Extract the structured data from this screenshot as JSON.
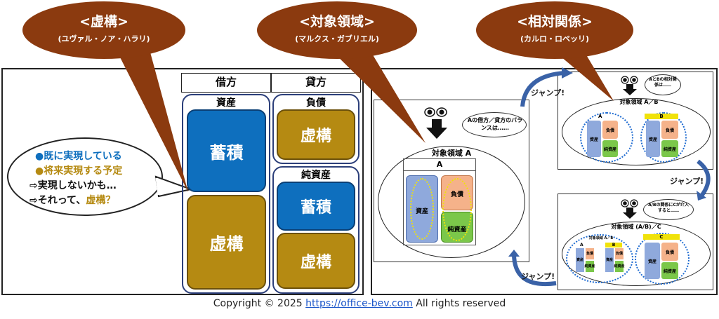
{
  "bubbles": [
    {
      "title": "<虚構>",
      "subtitle": "(ユヴァル・ノア・ハラリ)"
    },
    {
      "title": "<対象領域>",
      "subtitle": "(マルクス・ガブリエル)"
    },
    {
      "title": "<相対関係>",
      "subtitle": "(カルロ・ロベッリ)"
    }
  ],
  "balance": {
    "debit": "借方",
    "credit": "貸方",
    "assets": "資産",
    "liabilities": "負債",
    "net_assets": "純資産",
    "accumulation": "蓄積",
    "fiction": "虚構"
  },
  "speech_lines": [
    {
      "bullet": "●",
      "text": "既に実現している",
      "color": "#0e6fbe"
    },
    {
      "bullet": "●",
      "text": "将来実現する予定",
      "color": "#b58a12"
    },
    {
      "bullet": "⇨",
      "text": "実現しないかも…",
      "color": "#111111"
    },
    {
      "bullet": "⇨",
      "text": "それって、",
      "extra": "虚構？",
      "color": "#111111",
      "extra_color": "#b58a12"
    }
  ],
  "domain_a": {
    "title": "対象領域 A",
    "box_label": "A",
    "thought": "Aの借方／貸方のバランスは……",
    "assets": "資産",
    "liabilities": "負債",
    "net_assets": "純資産"
  },
  "domain_ab": {
    "title": "対象領域 A／B",
    "thought": "AとBの相対関係は……",
    "a_label": "A",
    "b_label": "B",
    "assets": "資産",
    "liabilities": "負債",
    "net_assets": "純資産"
  },
  "domain_abc": {
    "title": "対象領域 (A/B)／C",
    "thought": "A/Bの関係にCが介入すると……",
    "inner_title": "対象領域 A／B",
    "a_label": "A",
    "b_label": "B",
    "c_label": "C",
    "assets": "資産",
    "liabilities": "負債",
    "net_assets": "純資産"
  },
  "jumps": [
    "ジャンプ!",
    "ジャンプ!",
    "ジャンプ!"
  ],
  "footer": {
    "copyright": "Copyright © 2025",
    "link": "https://office-bev.com",
    "rights": "All rights reserved"
  },
  "colors": {
    "bubble": "#8B3A0F",
    "blue": "#0e6fbe",
    "gold": "#b58a12",
    "frame": "#2c3f7a",
    "arrow": "#3a62a7"
  }
}
